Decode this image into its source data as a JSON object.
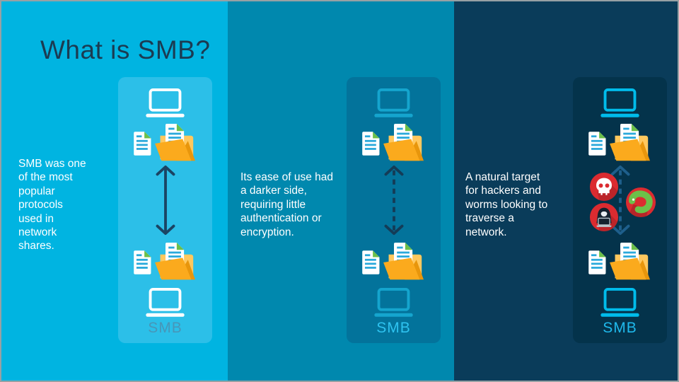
{
  "slide": {
    "title": "What is SMB?",
    "panels": [
      {
        "text": "SMB was one of the most popular protocols used in network shares.",
        "card_label": "SMB",
        "connection": "solid",
        "threat_icons": []
      },
      {
        "text": "Its ease of use had a darker side, requiring little authentication or encryption.",
        "card_label": "SMB",
        "connection": "dashed",
        "threat_icons": []
      },
      {
        "text": "A natural target for hackers and worms looking to traverse a network.",
        "card_label": "SMB",
        "connection": "dashed",
        "threat_icons": [
          "skull",
          "hacker",
          "worm"
        ]
      }
    ],
    "colors": {
      "panel_left_bg": "#00B4E1",
      "panel_middle_bg": "#0088AE",
      "panel_right_bg": "#0A3C5A",
      "card_left_bg": "#2CBFE8",
      "card_middle_bg": "#03739B",
      "card_right_bg": "#04334B",
      "title_text": "#1B3B52",
      "body_text": "#FFFFFF",
      "laptop_left": "#FFFFFF",
      "laptop_middle": "#15A5CE",
      "laptop_right": "#00BCEB",
      "arrow_left": "#1B4463",
      "arrow_middle": "#143C57",
      "arrow_right": "#1E5F8C",
      "smb_label_left": "#4796B8",
      "smb_label_middle": "#2EC3F0",
      "smb_label_right": "#1FB9EC",
      "alert_red": "#DB2B30",
      "worm_green": "#6CC049",
      "folder_amber": "#FBAA1D",
      "folder_amber_light": "#FFC85E",
      "doc_fold_green": "#6CC04A",
      "doc_line_cyan": "#2AA9DB"
    }
  }
}
